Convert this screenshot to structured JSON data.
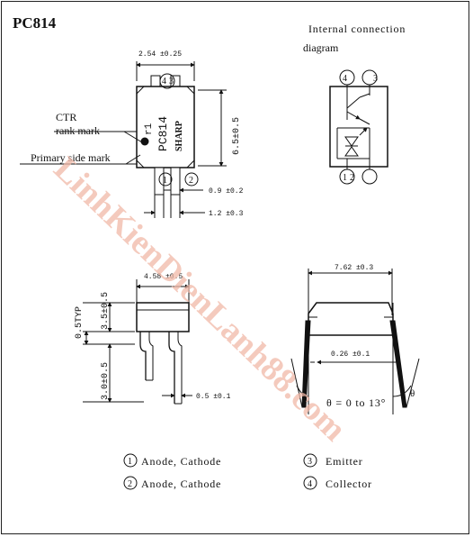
{
  "title": "PC814",
  "internal": {
    "line1": "Internal connection",
    "line2": "diagram"
  },
  "top_dims": {
    "pitch": "2.54 ±0.25",
    "width": "6.5±0.5",
    "lead_w": "0.9 ±0.2",
    "lead_p": "1.2 ±0.3"
  },
  "marks": {
    "ctr_1": "CTR",
    "ctr_2": "rank mark",
    "primary": "Primary side mark",
    "chip": "PC814",
    "rank": "r1",
    "brand": "SHARP"
  },
  "pins": {
    "p1": "1",
    "p2": "2",
    "p3": "3",
    "p4": "4"
  },
  "side_dims": {
    "width": "4.58 ±0.5",
    "typ": "0.5TYP",
    "body": "3.5±0.5",
    "lead_len": "3.0±0.5",
    "lead_t": "0.5 ±0.1"
  },
  "end_dims": {
    "span": "7.62 ±0.3",
    "thick": "0.26 ±0.1",
    "angle": "θ = 0 to 13°",
    "theta": "θ"
  },
  "legend": [
    {
      "num": "1",
      "label": "Anode, Cathode"
    },
    {
      "num": "2",
      "label": "Anode, Cathode"
    },
    {
      "num": "3",
      "label": "Emitter"
    },
    {
      "num": "4",
      "label": "Collector"
    }
  ],
  "watermark": "LinhKienDienLanh88.com"
}
